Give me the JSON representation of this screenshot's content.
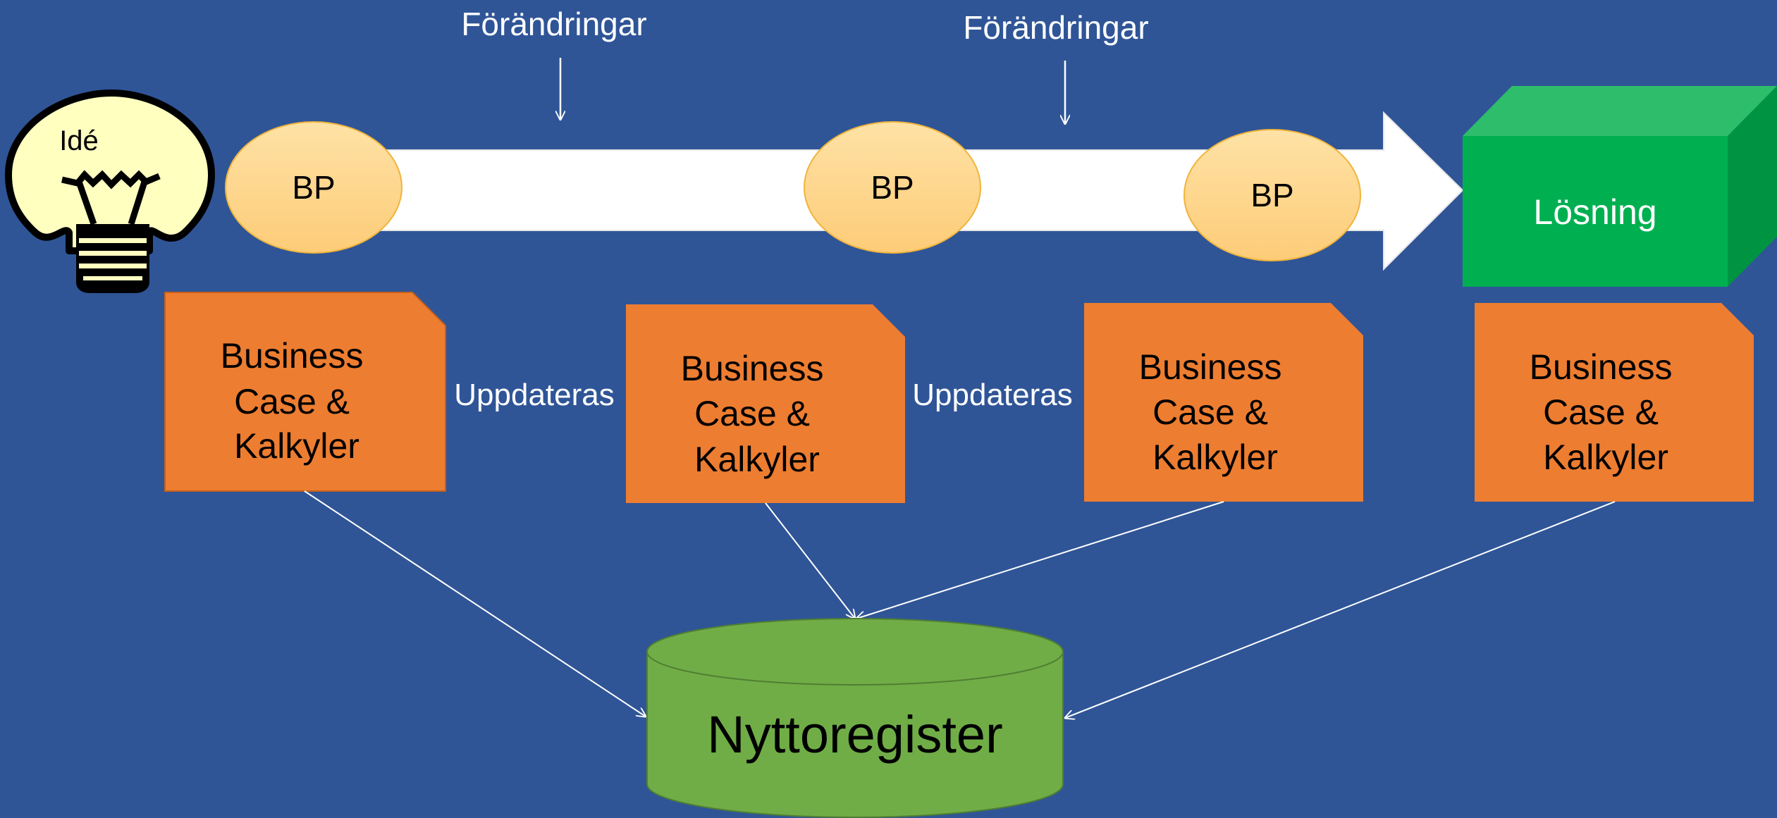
{
  "colors": {
    "background": "#2f5597",
    "arrow": "#ffffff",
    "bp_fill": "#fdd584",
    "bp_stroke": "#f0b43c",
    "card_fill": "#ed7d31",
    "solution_front": "#00b050",
    "solution_top": "#2ebd6b",
    "solution_side": "#009442",
    "register_fill": "#70ad47",
    "bulb_fill": "#ffffc0"
  },
  "idea": {
    "label": "Idé",
    "icon": "lightbulb-icon"
  },
  "changes": [
    "Förändringar",
    "Förändringar"
  ],
  "checkpoints": [
    "BP",
    "BP",
    "BP"
  ],
  "solution": {
    "label": "Lösning"
  },
  "business_cases": [
    {
      "lines": [
        "Business",
        "Case &",
        "Kalkyler"
      ]
    },
    {
      "lines": [
        "Business",
        "Case &",
        "Kalkyler"
      ]
    },
    {
      "lines": [
        "Business",
        "Case &",
        "Kalkyler"
      ]
    },
    {
      "lines": [
        "Business",
        "Case &",
        "Kalkyler"
      ]
    }
  ],
  "updates": [
    "Uppdateras",
    "Uppdateras"
  ],
  "register": {
    "label": "Nyttoregister"
  }
}
